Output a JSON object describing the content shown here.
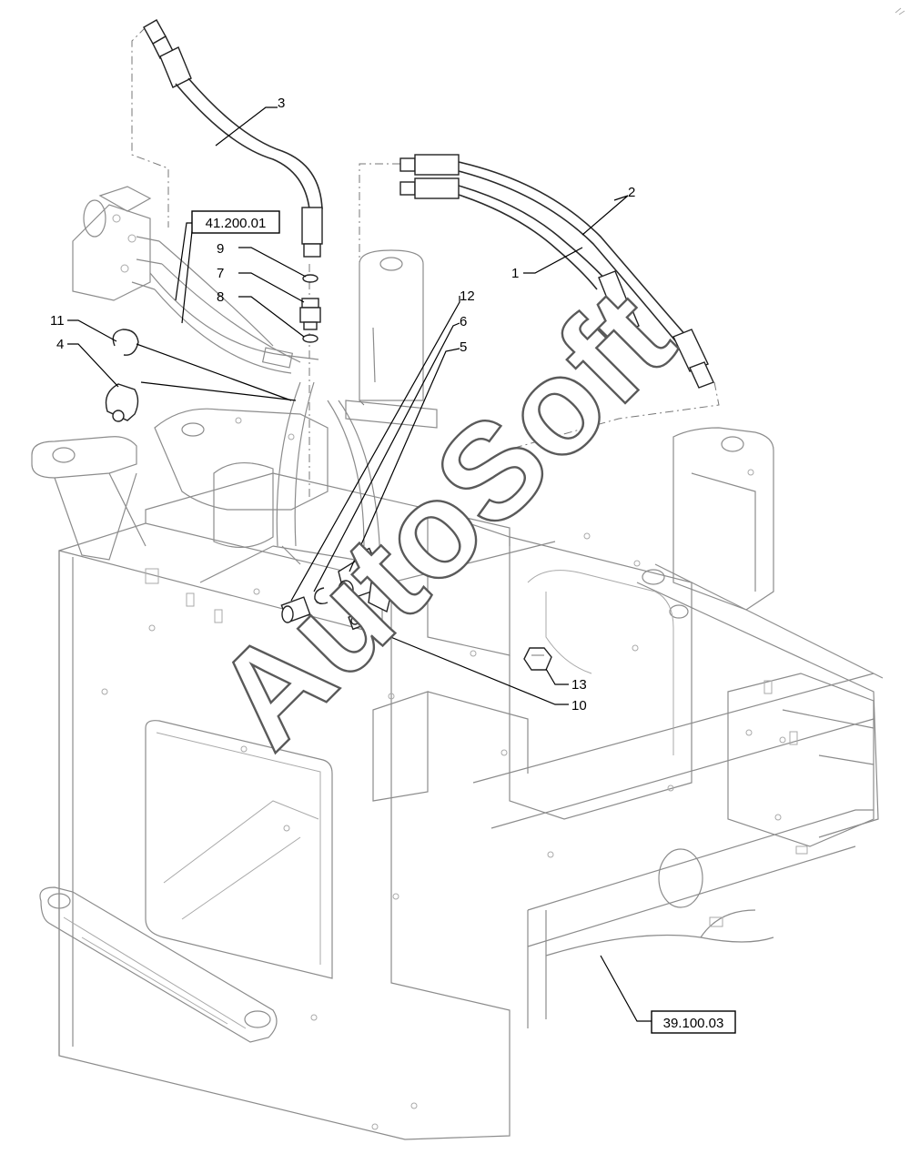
{
  "callouts": [
    {
      "id": "c1",
      "label": "1"
    },
    {
      "id": "c2",
      "label": "2"
    },
    {
      "id": "c3",
      "label": "3"
    },
    {
      "id": "c4",
      "label": "4"
    },
    {
      "id": "c5",
      "label": "5"
    },
    {
      "id": "c6",
      "label": "6"
    },
    {
      "id": "c7",
      "label": "7"
    },
    {
      "id": "c8",
      "label": "8"
    },
    {
      "id": "c9",
      "label": "9"
    },
    {
      "id": "c10",
      "label": "10"
    },
    {
      "id": "c11",
      "label": "11"
    },
    {
      "id": "c12",
      "label": "12"
    },
    {
      "id": "c13",
      "label": "13"
    }
  ],
  "references": {
    "top": "41.200.01",
    "bottom": "39.100.03"
  },
  "watermark": "AutoSoft"
}
